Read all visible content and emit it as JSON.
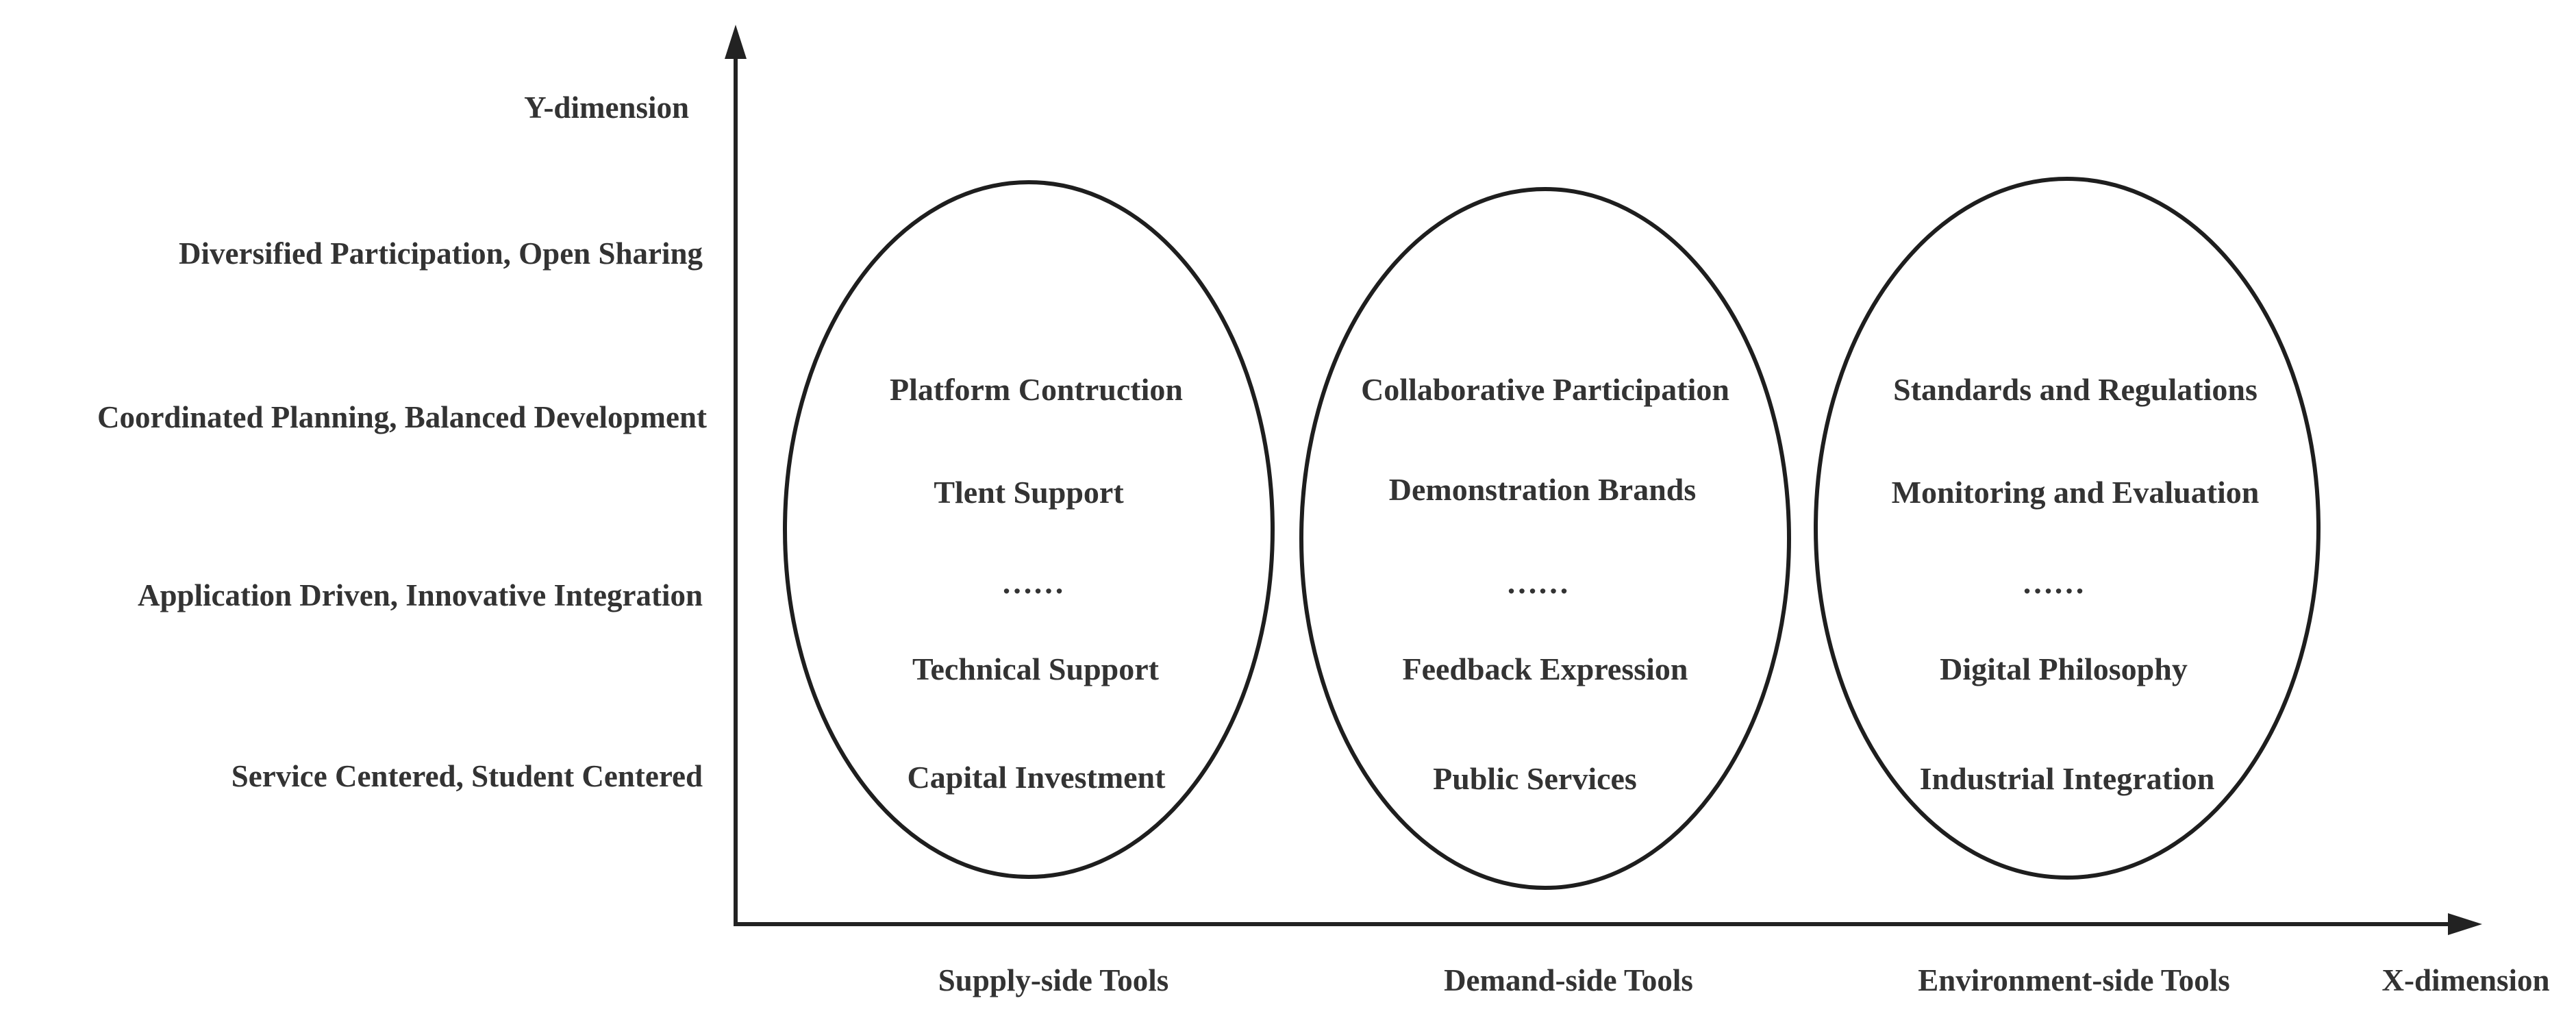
{
  "y_axis": {
    "title": "Y-dimension",
    "levels": [
      "Diversified Participation, Open Sharing",
      "Coordinated Planning, Balanced Development",
      "Application Driven, Innovative Integration",
      "Service Centered, Student Centered"
    ]
  },
  "x_axis": {
    "title": "X-dimension",
    "categories": [
      "Supply-side Tools",
      "Demand-side Tools",
      "Environment-side Tools"
    ]
  },
  "groups": [
    {
      "items": [
        "Platform Contruction",
        "Tlent Support",
        "……",
        "Technical Support",
        "Capital Investment"
      ]
    },
    {
      "items": [
        "Collaborative Participation",
        "Demonstration Brands",
        "……",
        "Feedback Expression",
        "Public Services"
      ]
    },
    {
      "items": [
        "Standards and Regulations",
        "Monitoring and Evaluation",
        "……",
        "Digital Philosophy",
        "Industrial Integration"
      ]
    }
  ]
}
